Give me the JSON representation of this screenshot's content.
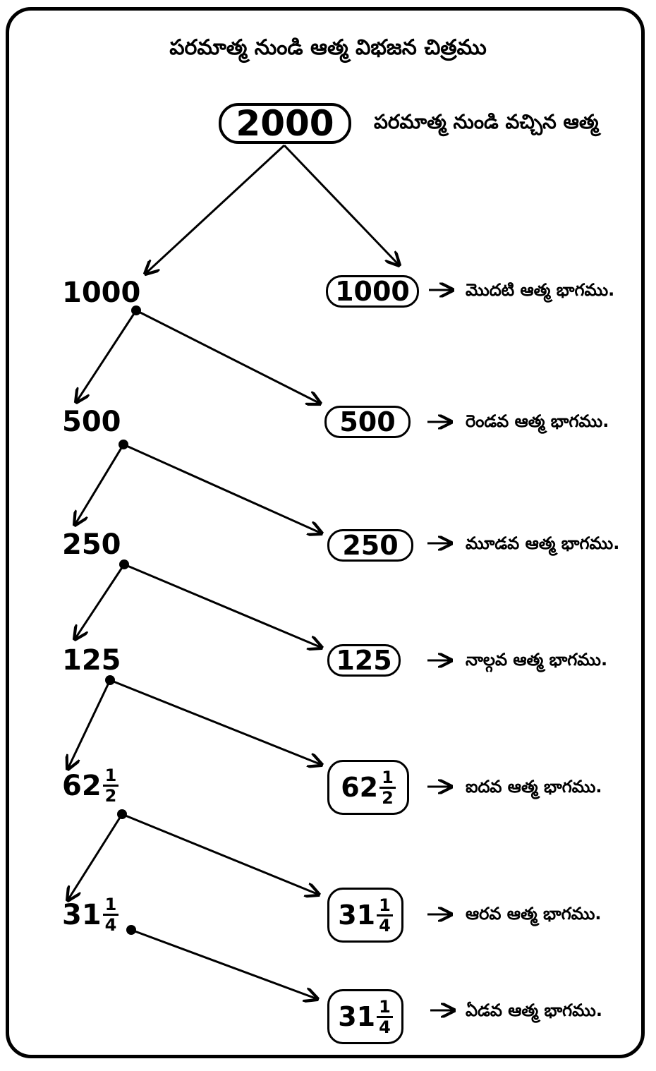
{
  "title": "పరమాత్మ నుండి  ఆత్మ విభజన చిత్రము",
  "root": {
    "value": "2000",
    "label": "పరమాత్మ నుండి వచ్చిన ఆత్మ"
  },
  "arrow": "→",
  "levels": [
    {
      "whole": "1000",
      "num": "",
      "den": "",
      "part_label": "మొదటి ఆత్మ భాగము."
    },
    {
      "whole": "500",
      "num": "",
      "den": "",
      "part_label": "రెండవ ఆత్మ భాగము."
    },
    {
      "whole": "250",
      "num": "",
      "den": "",
      "part_label": "మూడవ ఆత్మ భాగము."
    },
    {
      "whole": "125",
      "num": "",
      "den": "",
      "part_label": "నాల్గవ ఆత్మ భాగము."
    },
    {
      "whole": "62",
      "num": "1",
      "den": "2",
      "part_label": "ఐదవ ఆత్మ భాగము."
    },
    {
      "whole": "31",
      "num": "1",
      "den": "4",
      "part_label": "ఆరవ ఆత్మ భాగము."
    },
    {
      "whole": "31",
      "num": "1",
      "den": "4",
      "part_label": "ఏడవ ఆత్మ భాగము."
    }
  ]
}
